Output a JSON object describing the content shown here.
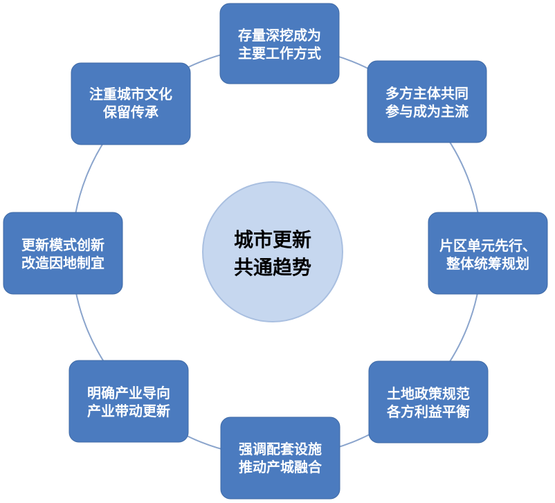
{
  "diagram": {
    "center": {
      "line1": "城市更新",
      "line2": "共通趋势"
    },
    "nodes": [
      {
        "line1": "存量深挖成为",
        "line2": "主要工作方式"
      },
      {
        "line1": "多方主体共同",
        "line2": "参与成为主流"
      },
      {
        "line1": "片区单元先行、",
        "line2": "整体统筹规划"
      },
      {
        "line1": "土地政策规范",
        "line2": "各方利益平衡"
      },
      {
        "line1": "强调配套设施",
        "line2": "推动产城融合"
      },
      {
        "line1": "明确产业导向",
        "line2": "产业带动更新"
      },
      {
        "line1": "更新模式创新",
        "line2": "改造因地制宜"
      },
      {
        "line1": "注重城市文化",
        "line2": "保留传承"
      }
    ]
  },
  "colors": {
    "node_fill": "#4b7bbf",
    "center_fill": "#c6d7ef",
    "ring_stroke": "#8aa4cc"
  }
}
